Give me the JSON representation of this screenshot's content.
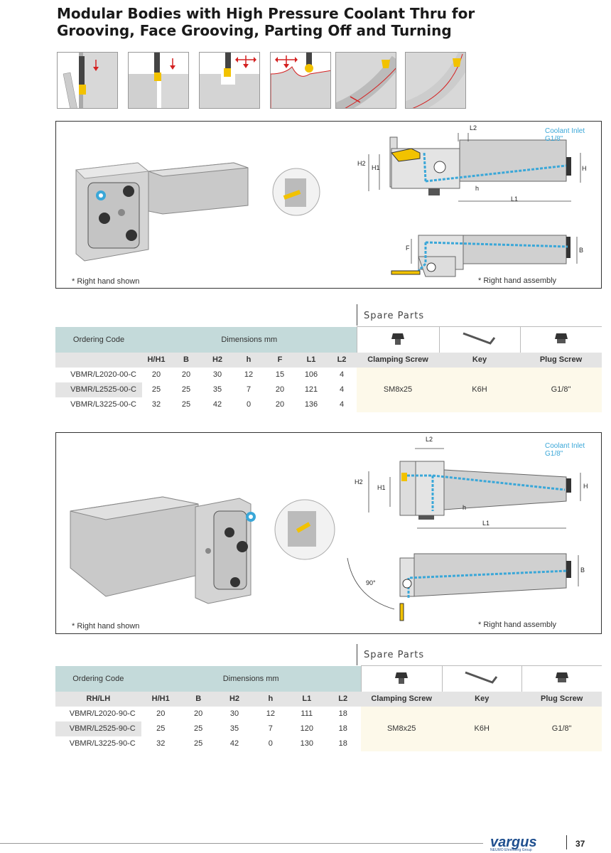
{
  "title_line1": "Modular Bodies with High Pressure Coolant Thru for",
  "title_line2": "Grooving, Face Grooving, Parting Off and Turning",
  "section1": {
    "note_left": "* Right hand shown",
    "note_right": "* Right hand assembly",
    "coolant_label_1": "Coolant Inlet",
    "coolant_label_2": "G1/8\"",
    "dims": {
      "L2": "L2",
      "H2": "H2",
      "H1": "H1",
      "H": "H",
      "h": "h",
      "L1": "L1",
      "F": "F",
      "B": "B"
    },
    "spare_title": "Spare Parts",
    "table": {
      "ordering_code": "Ordering Code",
      "dimensions": "Dimensions mm",
      "columns": [
        "H/H1",
        "B",
        "H2",
        "h",
        "F",
        "L1",
        "L2"
      ],
      "rows": [
        {
          "code": "VBMR/L2020-00-C",
          "values": [
            "20",
            "20",
            "30",
            "12",
            "15",
            "106",
            "4"
          ]
        },
        {
          "code": "VBMR/L2525-00-C",
          "values": [
            "25",
            "25",
            "35",
            "7",
            "20",
            "121",
            "4"
          ]
        },
        {
          "code": "VBMR/L3225-00-C",
          "values": [
            "32",
            "25",
            "42",
            "0",
            "20",
            "136",
            "4"
          ]
        }
      ],
      "spare_headers": [
        "Clamping Screw",
        "Key",
        "Plug Screw"
      ],
      "spare_values": [
        "SM8x25",
        "K6H",
        "G1/8\""
      ]
    }
  },
  "section2": {
    "note_left": "* Right hand shown",
    "note_right": "* Right hand assembly",
    "coolant_label_1": "Coolant Inlet",
    "coolant_label_2": "G1/8\"",
    "angle": "90°",
    "dims": {
      "L2": "L2",
      "H2": "H2",
      "H1": "H1",
      "H": "H",
      "h": "h",
      "L1": "L1",
      "B": "B"
    },
    "spare_title": "Spare Parts",
    "table": {
      "ordering_code": "Ordering Code",
      "dimensions": "Dimensions mm",
      "columns": [
        "RH/LH",
        "H/H1",
        "B",
        "H2",
        "h",
        "L1",
        "L2"
      ],
      "rows": [
        {
          "code": "VBMR/L2020-90-C",
          "values": [
            "20",
            "20",
            "30",
            "12",
            "111",
            "18"
          ]
        },
        {
          "code": "VBMR/L2525-90-C",
          "values": [
            "25",
            "25",
            "35",
            "7",
            "120",
            "18"
          ]
        },
        {
          "code": "VBMR/L3225-90-C",
          "values": [
            "32",
            "25",
            "42",
            "0",
            "130",
            "18"
          ]
        }
      ],
      "spare_headers": [
        "Clamping Screw",
        "Key",
        "Plug Screw"
      ],
      "spare_values": [
        "SM8x25",
        "K6H",
        "G1/8\""
      ]
    }
  },
  "footer": {
    "logo": "vargus",
    "logo_sub": "NEUMO Ehrenberg Group",
    "page": "37"
  },
  "colors": {
    "coolant": "#3aa7d8",
    "header_teal": "#c4dada",
    "cream": "#fdf9ea",
    "insert_yellow": "#f2c200",
    "arrow_red": "#d42020"
  }
}
